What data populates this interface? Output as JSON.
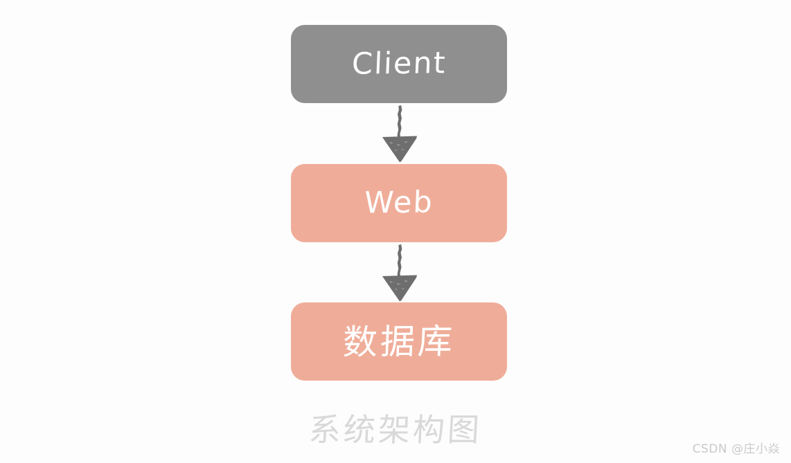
{
  "diagram": {
    "caption": "系统架构图",
    "background_color": "#fdfdfd",
    "nodes": [
      {
        "id": "client",
        "label": "Client",
        "fill_color": "#8f8f8f",
        "text_color": "#ffffff"
      },
      {
        "id": "web",
        "label": "Web",
        "fill_color": "#efad99",
        "text_color": "#ffffff"
      },
      {
        "id": "database",
        "label": "数据库",
        "fill_color": "#efad99",
        "text_color": "#ffffff"
      }
    ],
    "edges": [
      {
        "id": "client-to-web",
        "from": "client",
        "to": "web",
        "direction": "down",
        "color": "#6e6e6e"
      },
      {
        "id": "web-to-database",
        "from": "web",
        "to": "database",
        "direction": "down",
        "color": "#6e6e6e"
      }
    ],
    "caption_color": "#d9d9d9"
  },
  "watermark": {
    "text": "CSDN @庄小焱"
  }
}
